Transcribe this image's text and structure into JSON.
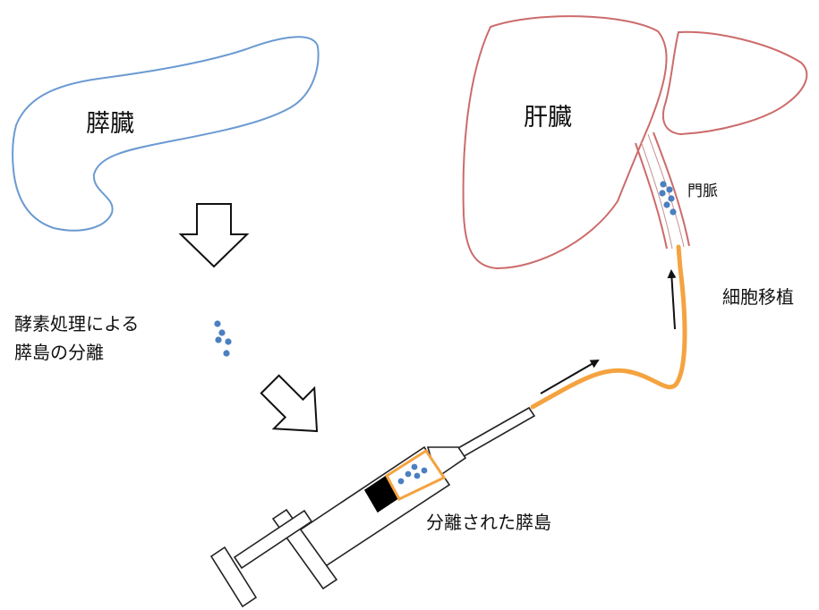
{
  "labels": {
    "pancreas": "膵臓",
    "liver": "肝臓",
    "portal_vein": "門脈",
    "isolation_line1": "酵素処理による",
    "isolation_line2": "膵島の分離",
    "transplant": "細胞移植",
    "isolated_islets": "分離された膵島"
  },
  "colors": {
    "pancreas_outline": "#6b9ad1",
    "liver_outline": "#cc6b6b",
    "catheter": "#f4a340",
    "islet_dot": "#4a7fc1",
    "outline": "#222222",
    "plunger_tip": "#000000"
  },
  "icons": {
    "down_arrow": "hollow-down-arrow",
    "diagonal_arrow": "hollow-diagonal-arrow",
    "flow_arrow": "thin-arrow"
  }
}
